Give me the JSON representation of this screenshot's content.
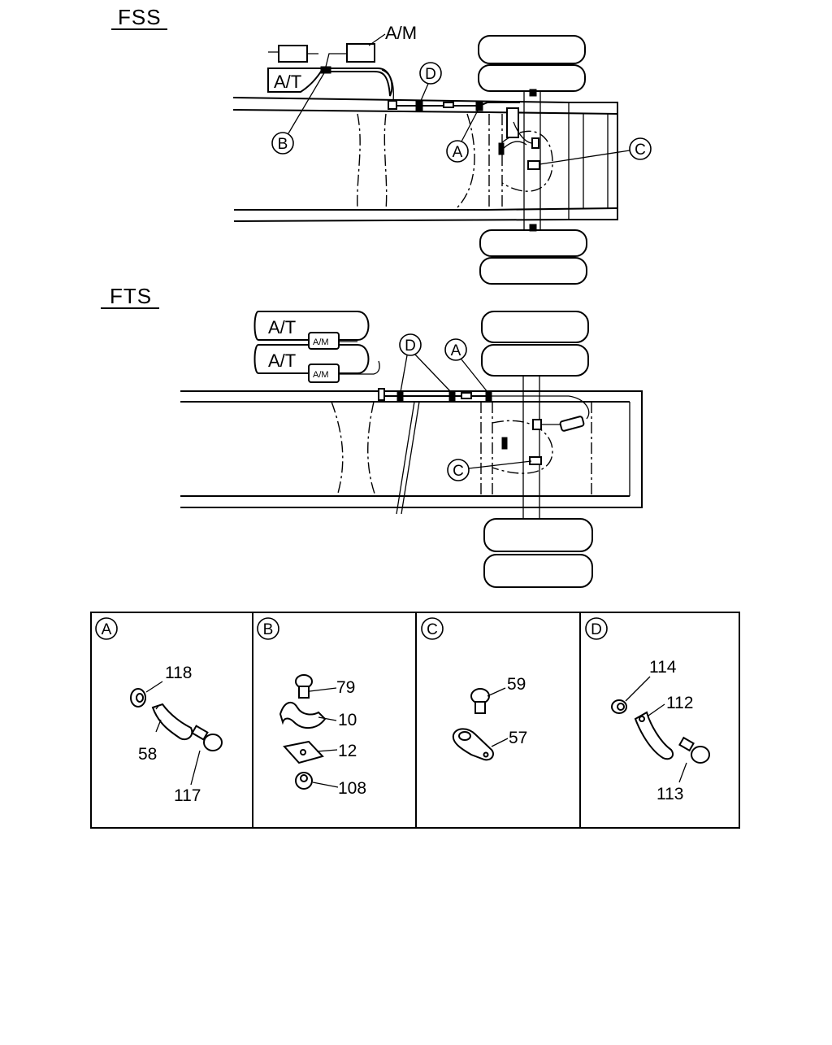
{
  "sections": {
    "fss": {
      "title": "FSS"
    },
    "fts": {
      "title": "FTS"
    }
  },
  "labels": {
    "am": "A/M",
    "at": "A/T"
  },
  "callouts": {
    "a": "A",
    "b": "B",
    "c": "C",
    "d": "D"
  },
  "detail_panels": [
    {
      "id": "A",
      "parts": [
        "118",
        "58",
        "117"
      ]
    },
    {
      "id": "B",
      "parts": [
        "79",
        "10",
        "12",
        "108"
      ]
    },
    {
      "id": "C",
      "parts": [
        "59",
        "57"
      ]
    },
    {
      "id": "D",
      "parts": [
        "114",
        "112",
        "113"
      ]
    }
  ]
}
